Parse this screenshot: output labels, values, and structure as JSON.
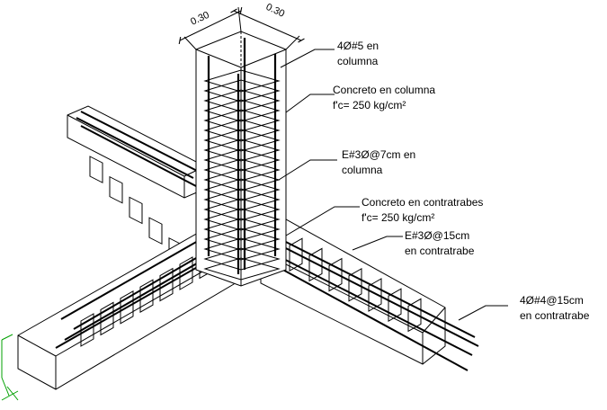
{
  "drawing": {
    "dimensions": [
      "0.30",
      "0.30"
    ],
    "labels": [
      {
        "id": "col-bars",
        "line1": "4Ø#5  en",
        "line2": "columna"
      },
      {
        "id": "col-concrete",
        "line1": "Concreto en columna",
        "line2": "f'c= 250 kg/cm²"
      },
      {
        "id": "col-stirrups",
        "line1": "E#3Ø@7cm  en",
        "line2": "columna"
      },
      {
        "id": "beam-concrete",
        "line1": "Concreto en contratrabes",
        "line2": "f'c= 250 kg/cm²"
      },
      {
        "id": "beam-stirrups",
        "line1": "E#3Ø@15cm",
        "line2": "en contratrabe"
      },
      {
        "id": "beam-bars",
        "line1": "4Ø#4@15cm",
        "line2": "en contratrabe"
      }
    ],
    "colors": {
      "line": "#000000",
      "axis": "#00a000",
      "background": "#ffffff"
    }
  }
}
